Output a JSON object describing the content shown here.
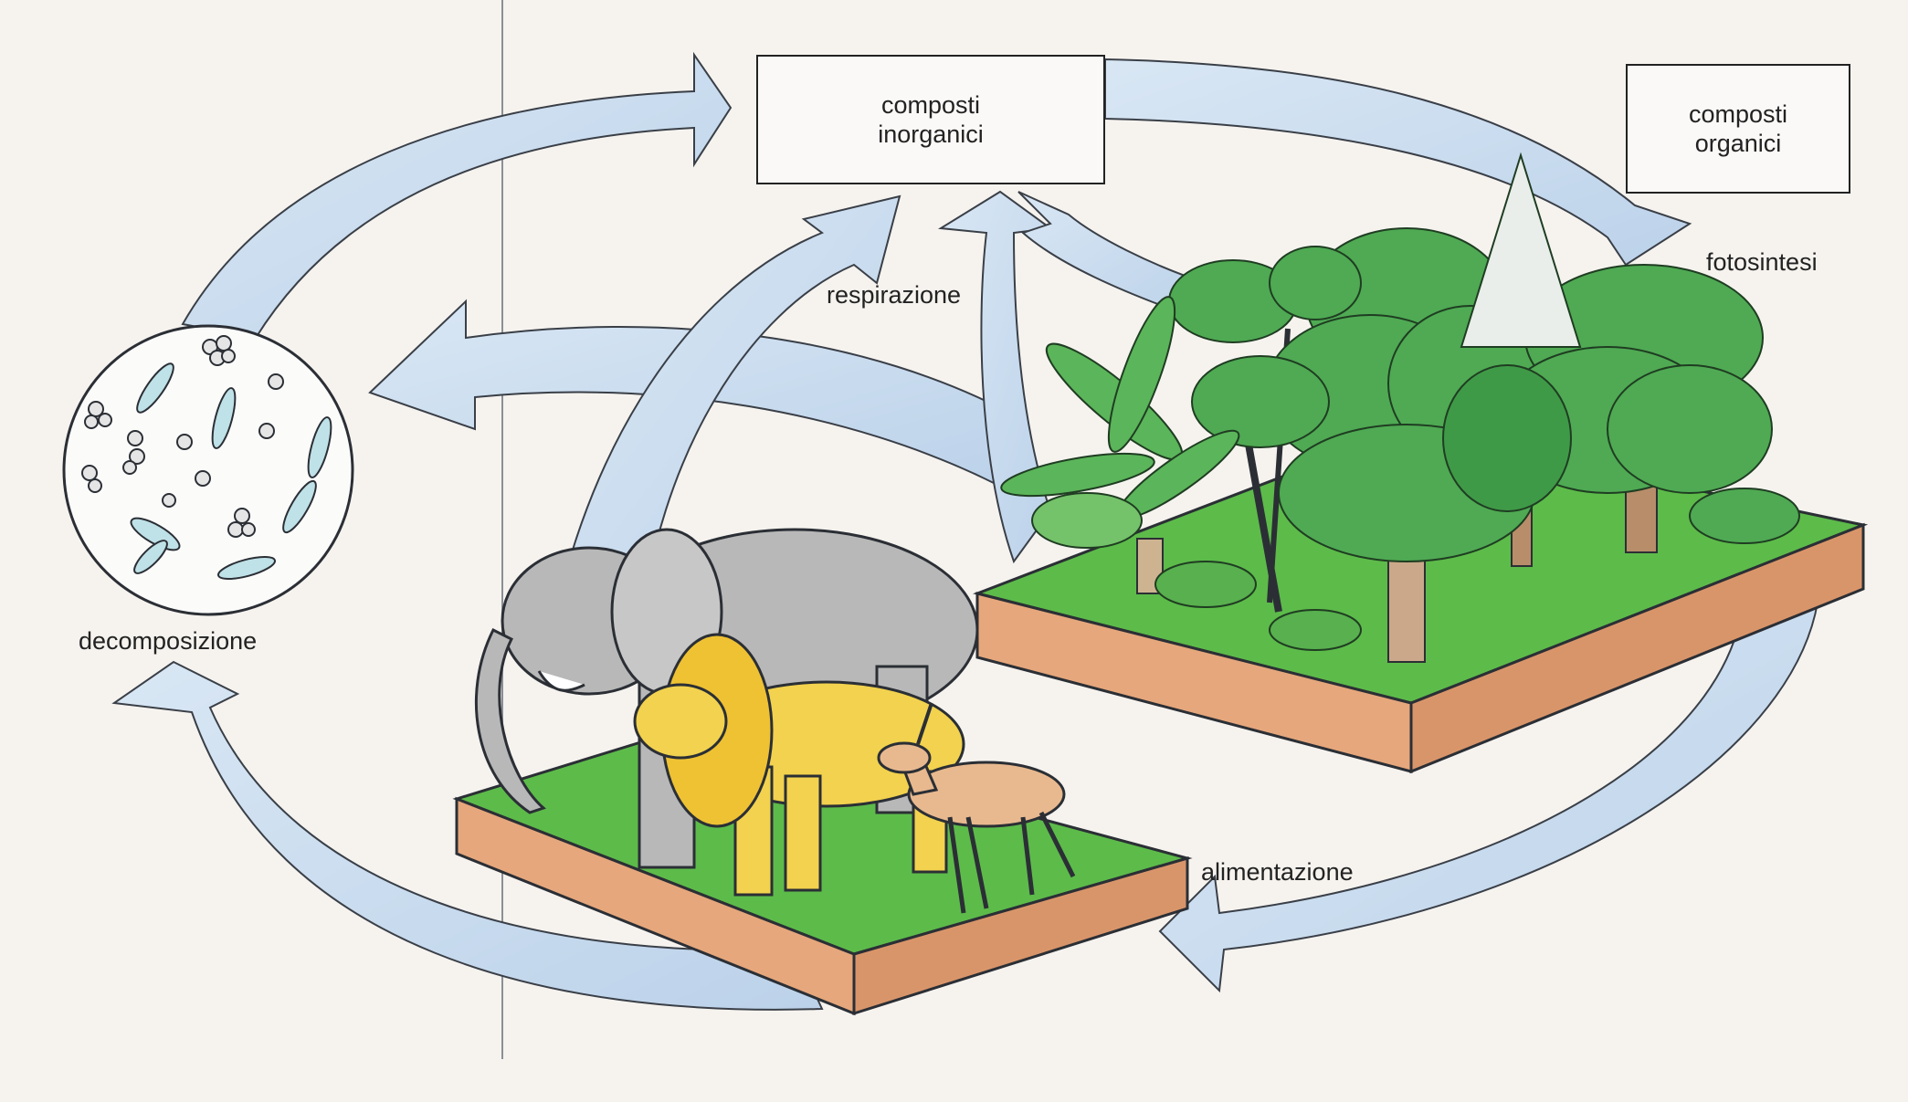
{
  "diagram": {
    "boxes": {
      "inorganic": {
        "line1": "composti",
        "line2": "inorganici"
      },
      "organic": {
        "line1": "composti",
        "line2": "organici"
      }
    },
    "labels": {
      "photosynthesis": "fotosintesi",
      "respiration": "respirazione",
      "decomposition": "decomposizione",
      "feeding": "alimentazione"
    },
    "colors": {
      "arrow_fill": "#cfdff0",
      "arrow_stroke": "#3a3f47",
      "grass": "#5dbb4a",
      "soil": "#e6a77c",
      "tree_green": "#4faa53",
      "elephant": "#b8b8b8",
      "lion": "#f2d24e",
      "gazelle": "#e8b98f",
      "microbe": "#bfe1e8"
    }
  }
}
